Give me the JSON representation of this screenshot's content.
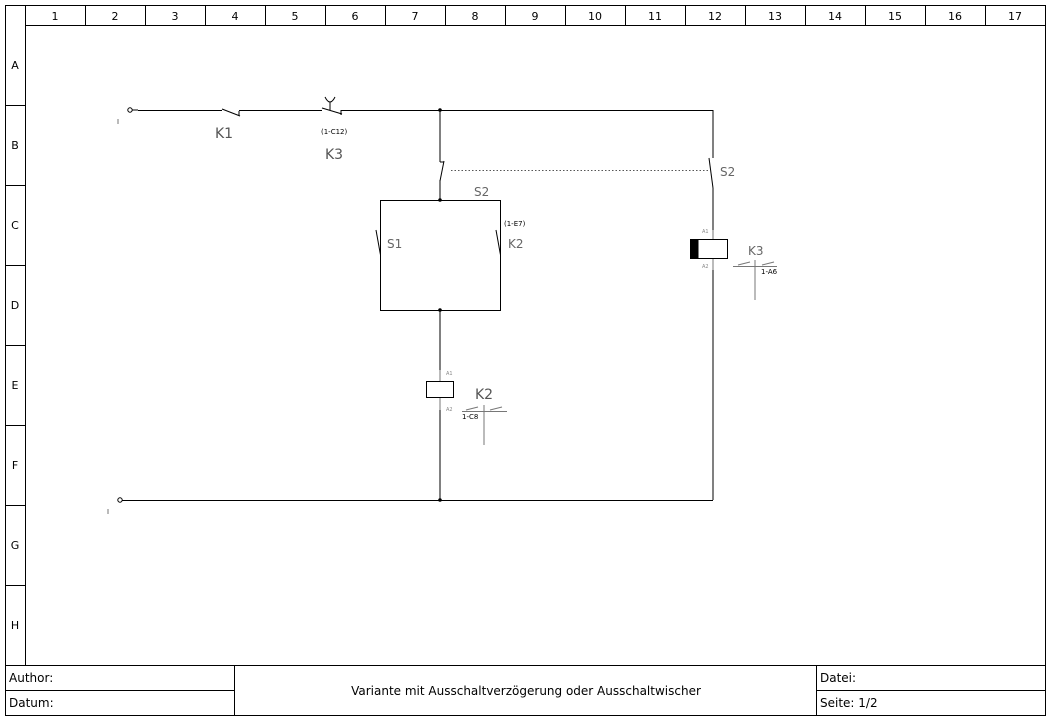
{
  "grid": {
    "columns": [
      "1",
      "2",
      "3",
      "4",
      "5",
      "6",
      "7",
      "8",
      "9",
      "10",
      "11",
      "12",
      "13",
      "14",
      "15",
      "16",
      "17"
    ],
    "rows": [
      "A",
      "B",
      "C",
      "D",
      "E",
      "F",
      "G",
      "H"
    ]
  },
  "components": {
    "k1_contact": "K1",
    "k3_contact": "K3",
    "k3_contact_ref": "(1-C12)",
    "s2_left": "S2",
    "s2_right": "S2",
    "s1": "S1",
    "k2_contact": "K2",
    "k2_contact_ref": "(1-E7)",
    "k3_coil": "K3",
    "k3_coil_a1": "A1",
    "k3_coil_a2": "A2",
    "k3_coil_xref": "1-A6",
    "k2_coil": "K2",
    "k2_coil_a1": "A1",
    "k2_coil_a2": "A2",
    "k2_coil_xref": "1-C8"
  },
  "title_block": {
    "author_label": "Author:",
    "date_label": "Datum:",
    "title": "Variante mit Ausschaltverzögerung oder Ausschaltwischer",
    "file_label": "Datei:",
    "page_label": "Seite: 1/2"
  }
}
